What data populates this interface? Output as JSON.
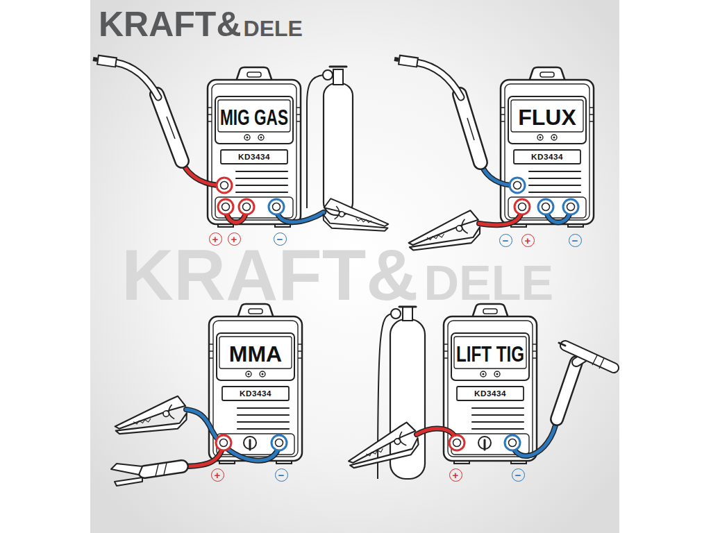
{
  "diagram": {
    "nodes": [
      {
        "text": [
          "MIG GAS",
          "KD3434"
        ]
      },
      {
        "text": [
          "FLUX",
          "KD3434"
        ]
      },
      {
        "text": [
          "MMA",
          "KD3434"
        ]
      },
      {
        "text": [
          "LIFT TIG",
          "KD3434"
        ]
      }
    ],
    "labels": [
      "KRAFT&",
      "DELE",
      "KRAFT&",
      "DELE",
      "+",
      "+",
      "−",
      "−",
      "+",
      "−",
      "+",
      "−",
      "+",
      "−"
    ]
  }
}
